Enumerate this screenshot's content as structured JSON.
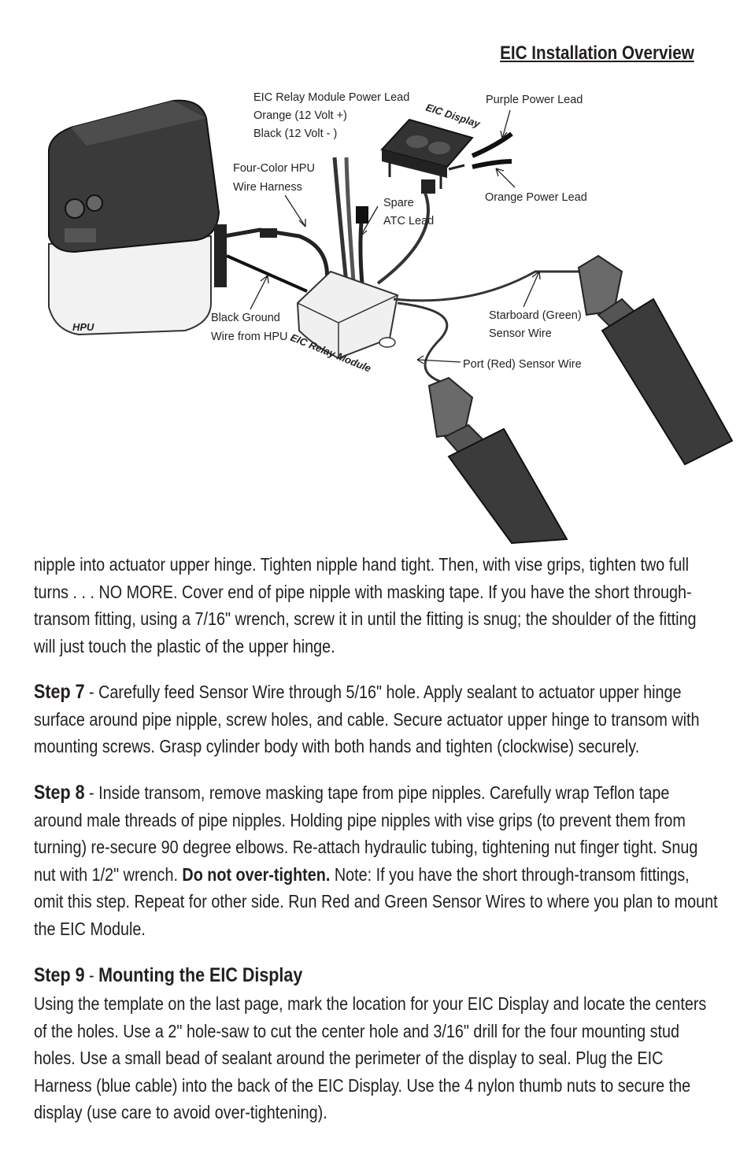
{
  "header": {
    "title": "EIC Installation Overview"
  },
  "diagram": {
    "labels": {
      "relay_power_1": "EIC Relay Module Power Lead",
      "relay_power_2": "Orange (12 Volt +)",
      "relay_power_3": "Black (12 Volt - )",
      "harness_1": "Four-Color HPU",
      "harness_2": "Wire Harness",
      "spare_1": "Spare",
      "spare_2": "ATC Lead",
      "display": "EIC Display",
      "purple": "Purple Power Lead",
      "orange": "Orange Power Lead",
      "hpu": "HPU",
      "ground_1": "Black Ground",
      "ground_2": "Wire from HPU",
      "relay_module": "EIC Relay Module",
      "starboard_1": "Starboard (Green)",
      "starboard_2": "Sensor Wire",
      "port": "Port (Red) Sensor Wire"
    }
  },
  "body": {
    "intro": "nipple into actuator upper hinge.  Tighten nipple hand tight. Then, with vise grips, tighten two full turns . . . NO MORE. Cover end of pipe nipple with masking tape. If you have the short through-transom fitting, using a 7/16\" wrench, screw it in until the fitting is snug; the shoulder of the fitting will just touch the plastic of the upper hinge.",
    "step7": {
      "label": "Step 7",
      "text": " - Carefully feed Sensor Wire through 5/16\" hole. Apply sealant to actuator upper hinge surface around pipe nipple, screw holes, and cable. Secure actuator upper hinge to transom with mounting screws. Grasp cylinder body with both hands and tighten (clockwise) securely."
    },
    "step8": {
      "label": "Step 8",
      "text_a": " - Inside transom, remove masking tape from pipe nipples. Carefully wrap Teflon tape around male threads of pipe nipples. Holding pipe nipples with vise grips (to prevent them from turning) re-secure 90 degree elbows. Re-attach hydraulic tubing, tightening nut finger tight. Snug nut with 1/2\" wrench. ",
      "bold": "Do not over-tighten.",
      "text_b": " Note: If you have the short through-transom fittings, omit this step. Repeat for other side. Run Red and Green Sensor Wires to where you plan to mount the EIC Module."
    },
    "step9": {
      "label": "Step 9",
      "sep": " - ",
      "heading": "Mounting the EIC Display",
      "text": "Using the template on the last page, mark the location for your EIC Display and locate the centers of the holes.  Use a 2\" hole-saw to cut the center hole and 3/16\" drill for the four mounting stud holes. Use a small bead of sealant around the perimeter of the display to seal. Plug the EIC Harness (blue cable) into the back of the EIC Display. Use the 4 nylon thumb nuts to secure the display (use care to avoid over-tightening)."
    }
  }
}
